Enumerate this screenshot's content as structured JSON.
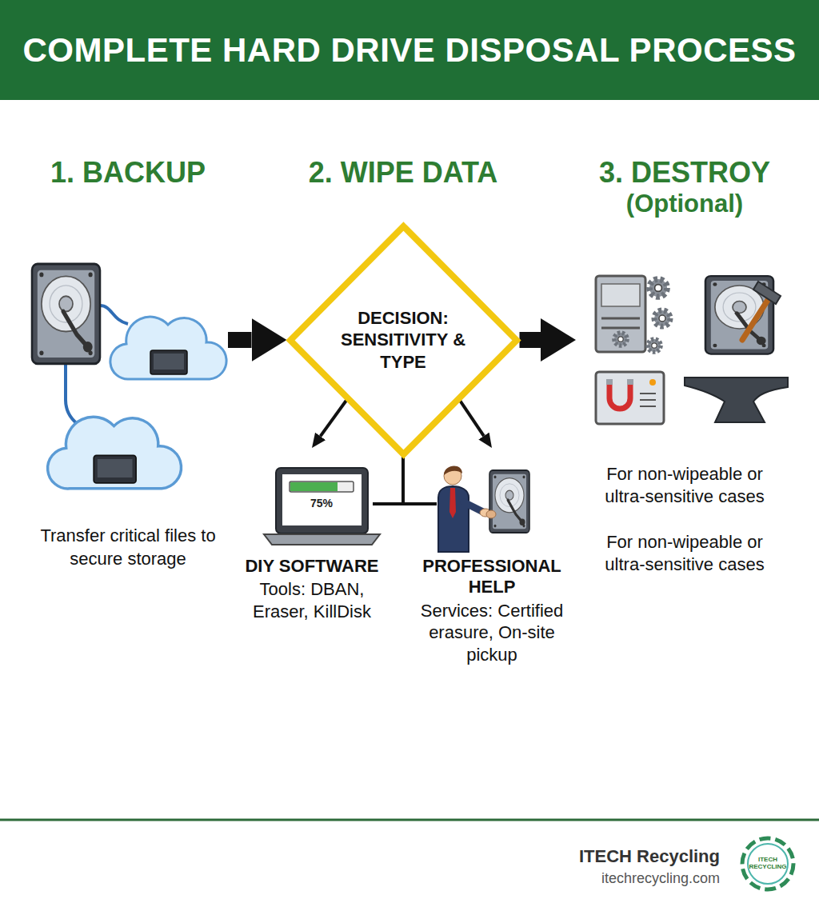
{
  "diagram": {
    "title": "COMPLETE HARD DRIVE DISPOSAL PROCESS",
    "nodes": [
      {
        "text": [
          "1. BACKUP",
          "Transfer critical files to secure storage"
        ]
      },
      {
        "text": [
          "DECISION: SENSITIVITY & TYPE"
        ]
      },
      {
        "text": [
          "DIY SOFTWARE",
          "Tools: DBAN, Eraser, KillDisk"
        ]
      },
      {
        "text": [
          "PROFESSIONAL HELP",
          "Services: Certified erasure, On-site pickup"
        ]
      },
      {
        "text": [
          "3. DESTROY",
          "(Optional)",
          "For non-wipeable or ultra-sensitive cases",
          "For non-wipeable or ultra-sensitive cases"
        ]
      }
    ],
    "edges": [
      {
        "from": 0,
        "to": 1,
        "arrow": "to"
      },
      {
        "from": 1,
        "to": 4,
        "arrow": "to"
      },
      {
        "from": 1,
        "to": 2,
        "arrow": "to"
      },
      {
        "from": 1,
        "to": 3,
        "arrow": "to"
      }
    ],
    "labels": [
      "2. WIPE DATA",
      "75%",
      "ITECH Recycling",
      "itechrecycling.com",
      "ITECH RECYCLING"
    ]
  }
}
